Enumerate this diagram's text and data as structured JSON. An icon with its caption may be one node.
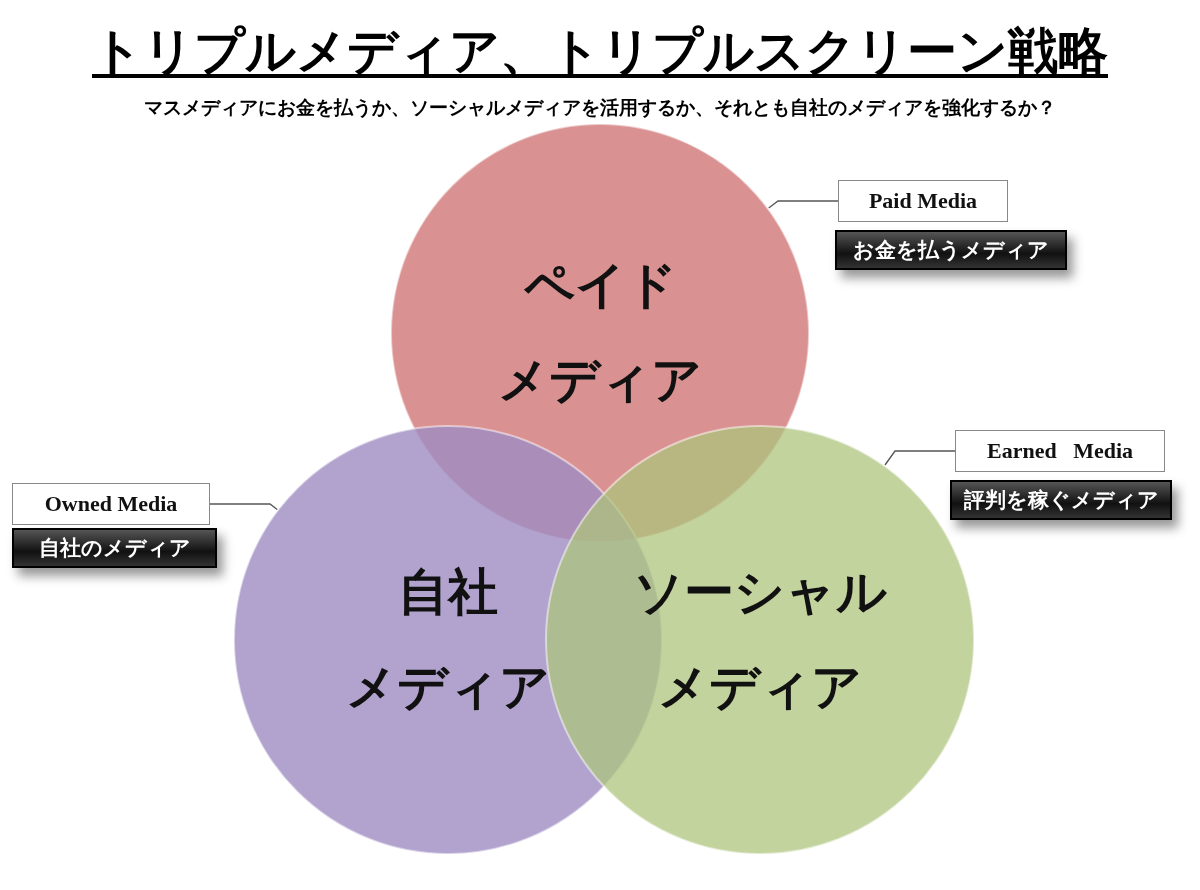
{
  "diagram": {
    "title": "トリプルメディア、トリプルスクリーン戦略",
    "caption": "マスメディアにお金を払うか、ソーシャルメディアを活用するか、それとも自社のメディアを強化するか？",
    "nodes": [
      {
        "text": [
          "ペイドメディア"
        ]
      },
      {
        "text": [
          "自社メディア"
        ]
      },
      {
        "text": [
          "ソーシャルメディア"
        ]
      },
      {
        "text": [
          "Paid Media"
        ]
      },
      {
        "text": [
          "お金を払うメディア"
        ]
      },
      {
        "text": [
          "Earned   Media"
        ]
      },
      {
        "text": [
          "評判を稼ぐメディア"
        ]
      },
      {
        "text": [
          "Owned Media"
        ]
      },
      {
        "text": [
          "自社のメディア"
        ]
      }
    ],
    "edges": [
      {
        "from": 3,
        "to": 0,
        "arrow": "none"
      },
      {
        "from": 5,
        "to": 2,
        "arrow": "none"
      },
      {
        "from": 7,
        "to": 1,
        "arrow": "none"
      }
    ]
  }
}
